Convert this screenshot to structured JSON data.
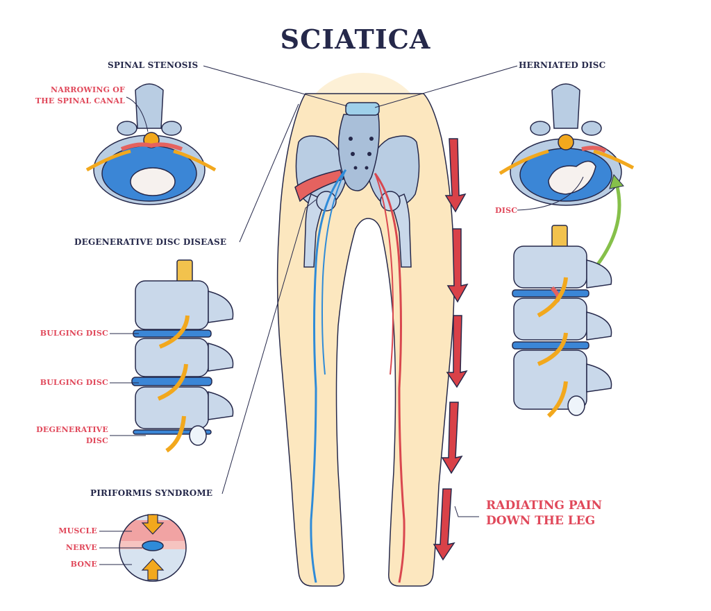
{
  "title": "SCIATICA",
  "labels": {
    "spinal_stenosis": "SPINAL STENOSIS",
    "narrowing_line1": "NARROWING OF",
    "narrowing_line2": "THE SPINAL CANAL",
    "herniated_disc": "HERNIATED DISC",
    "disc": "DISC",
    "degenerative_disc_disease": "DEGENERATIVE DISC DISEASE",
    "bulging_disc_1": "BULGING DISC",
    "bulging_disc_2": "BULGING DISC",
    "degenerative_line1": "DEGENERATIVE",
    "degenerative_line2": "DISC",
    "piriformis_syndrome": "PIRIFORMIS SYNDROME",
    "muscle": "MUSCLE",
    "nerve": "NERVE",
    "bone": "BONE",
    "radiating_line1": "RADIATING PAIN",
    "radiating_line2": "DOWN THE LEG"
  },
  "colors": {
    "label_dark": "#25284a",
    "label_red": "#e0485a",
    "skin": "#fce7bf",
    "skin_halo": "#fdf0d6",
    "bone": "#b9cde3",
    "disc_blue": "#3b86d6",
    "nerve_orange": "#f2a81d",
    "artery_red": "#d9474f",
    "vein_blue": "#2f8bd8",
    "arrow_red": "#d94148",
    "arrow_green": "#86c04a"
  }
}
